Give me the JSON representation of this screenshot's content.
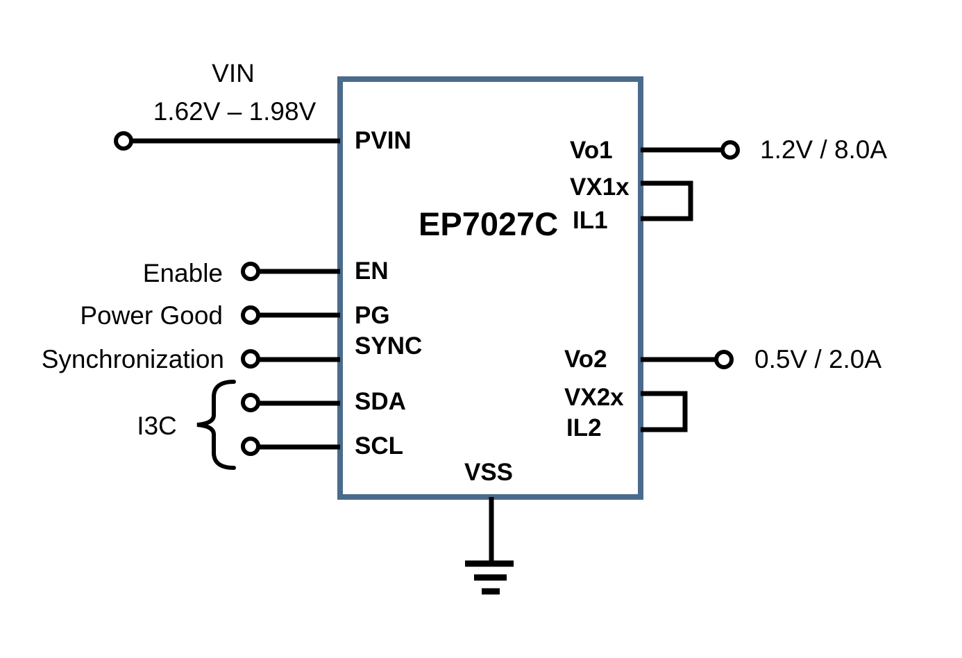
{
  "chip": {
    "name": "EP7027C",
    "border_color": "#4a6b8c"
  },
  "input": {
    "label": "VIN",
    "range": "1.62V – 1.98V"
  },
  "pins": {
    "pvin": "PVIN",
    "en": "EN",
    "pg": "PG",
    "sync": "SYNC",
    "sda": "SDA",
    "scl": "SCL",
    "vss": "VSS",
    "vo1": "Vo1",
    "vx1x": "VX1x",
    "il1": "IL1",
    "vo2": "Vo2",
    "vx2x": "VX2x",
    "il2": "IL2"
  },
  "signals": {
    "enable": "Enable",
    "power_good": "Power Good",
    "synchronization": "Synchronization",
    "i3c": "I3C"
  },
  "outputs": {
    "vo1": "1.2V / 8.0A",
    "vo2": "0.5V / 2.0A"
  }
}
